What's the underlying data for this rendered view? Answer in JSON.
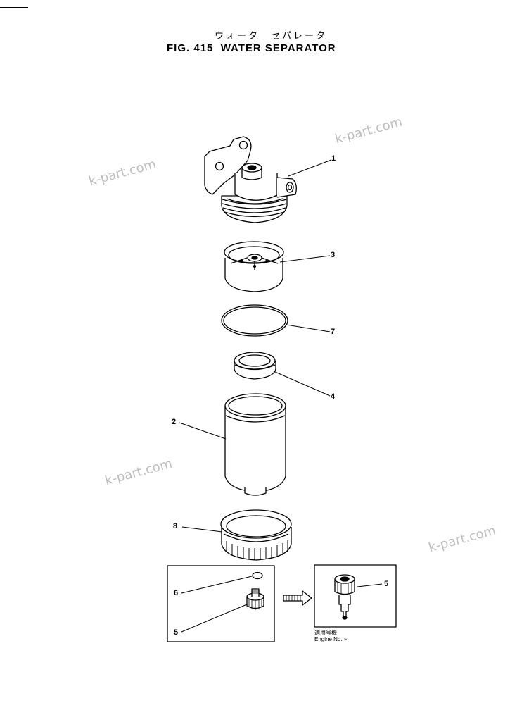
{
  "header": {
    "title_japanese": "ウォータ　セパレータ",
    "title_english": "FIG. 415  WATER SEPARATOR"
  },
  "watermarks": [
    "k-part.com",
    "k-part.com",
    "k-part.com",
    "k-part.com"
  ],
  "callouts": {
    "p1": "1",
    "p3": "3",
    "p7": "7",
    "p4": "4",
    "p2": "2",
    "p8": "8",
    "p6": "6",
    "p5_main": "5",
    "p5_inset": "5"
  },
  "inset": {
    "caption_japanese": "適用号機",
    "caption_english": "Engine No.  ~"
  }
}
